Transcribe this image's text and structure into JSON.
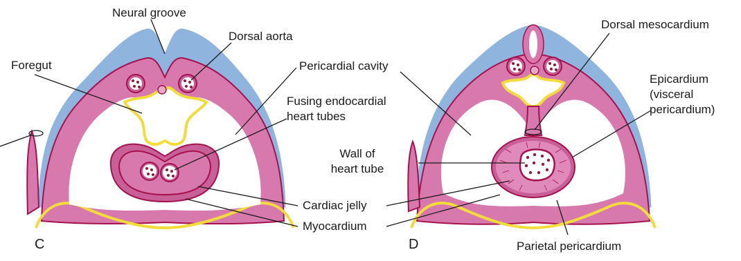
{
  "colors": {
    "ectoderm": "#8fb4dd",
    "mesoderm": "#d879ae",
    "mesoderm_outline": "#a3124d",
    "endoderm": "#f2dc3b",
    "tube_wall": "#c95f97",
    "lumen": "#ffffff",
    "blood_dot": "#8c1d3a",
    "text": "#1a1a1a"
  },
  "panels": [
    {
      "letter": "C",
      "labels": {
        "neural_groove": "Neural groove",
        "dorsal_aorta": "Dorsal aorta",
        "foregut": "Foregut",
        "pericardial_cavity": "Pericardial cavity",
        "fusing_tubes_line1": "Fusing endocardial",
        "fusing_tubes_line2": "heart tubes"
      }
    },
    {
      "letter": "D",
      "labels": {
        "dorsal_mesocardium": "Dorsal mesocardium",
        "epicardium_line1": "Epicardium",
        "epicardium_line2": "(visceral",
        "epicardium_line3": "pericardium)",
        "wall_line1": "Wall of",
        "wall_line2": "heart tube",
        "parietal_pericardium": "Parietal pericardium"
      }
    }
  ],
  "shared_labels": {
    "cardiac_jelly": "Cardiac jelly",
    "myocardium": "Myocardium"
  }
}
